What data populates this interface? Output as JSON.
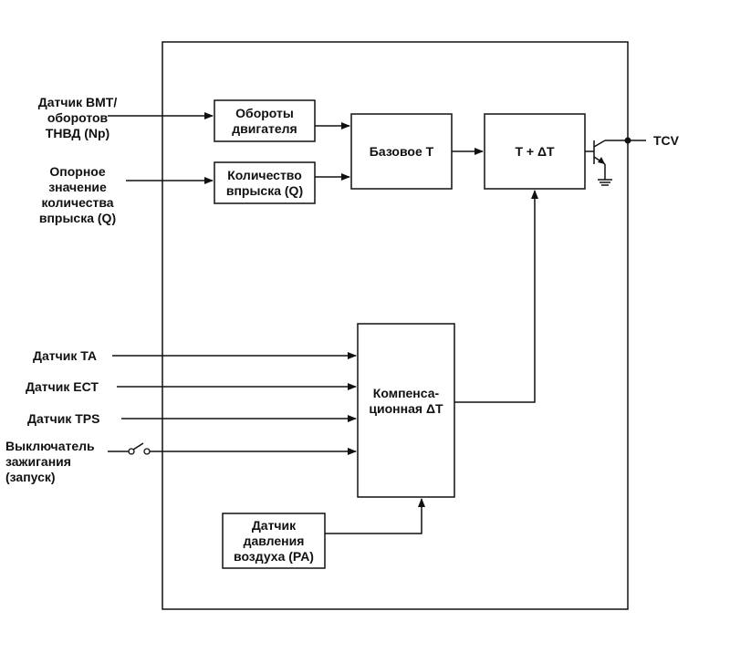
{
  "inputs": {
    "bmt_sensor": "Датчик BMT/\nоборотов\nТНВД (Np)",
    "reference_q": "Опорное\nзначение\nколичества\nвпрыска (Q)",
    "ta_sensor": "Датчик ТА",
    "ect_sensor": "Датчик ЕСТ",
    "tps_sensor": "Датчик TPS",
    "ignition_switch": "Выключатель\nзажигания\n(запуск)"
  },
  "blocks": {
    "engine_speed": "Обороты\nдвигателя",
    "injection_qty": "Количество\nвпрыска (Q)",
    "base_t": "Базовое Т",
    "t_plus_dt": "T + ΔT",
    "compensation_dt": "Компенса-\nционная ΔT",
    "air_pressure": "Датчик\nдавления\nвоздуха (PA)"
  },
  "output": {
    "tcv": "TCV"
  }
}
